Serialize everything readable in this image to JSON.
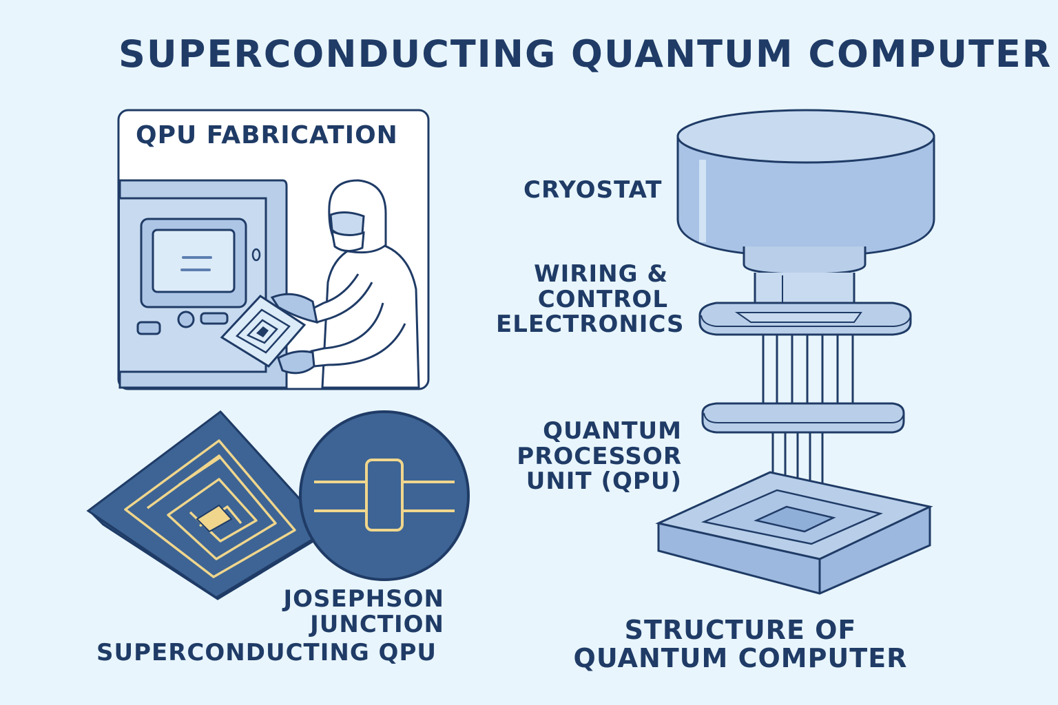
{
  "title": "SUPERCONDUCTING QUANTUM COMPUTER",
  "fabrication": {
    "label": "QPU FABRICATION"
  },
  "chip": {
    "junction_label": "JOSEPHSON\nJUNCTION",
    "qpu_label": "SUPERCONDUCTING QPU"
  },
  "structure": {
    "cryostat_label": "CRYOSTAT",
    "wiring_label": "WIRING &\nCONTROL\nELECTRONICS",
    "qpu_label": "QUANTUM\nPROCESSOR\nUNIT (QPU)",
    "caption": "STRUCTURE OF\nQUANTUM COMPUTER"
  },
  "colors": {
    "background": "#e8f5fc",
    "navy": "#1f3b66",
    "light_blue": "#b9cfe9",
    "mid_blue": "#9cb8de",
    "chip_blue": "#3d6494",
    "gold": "#f0d68c"
  }
}
